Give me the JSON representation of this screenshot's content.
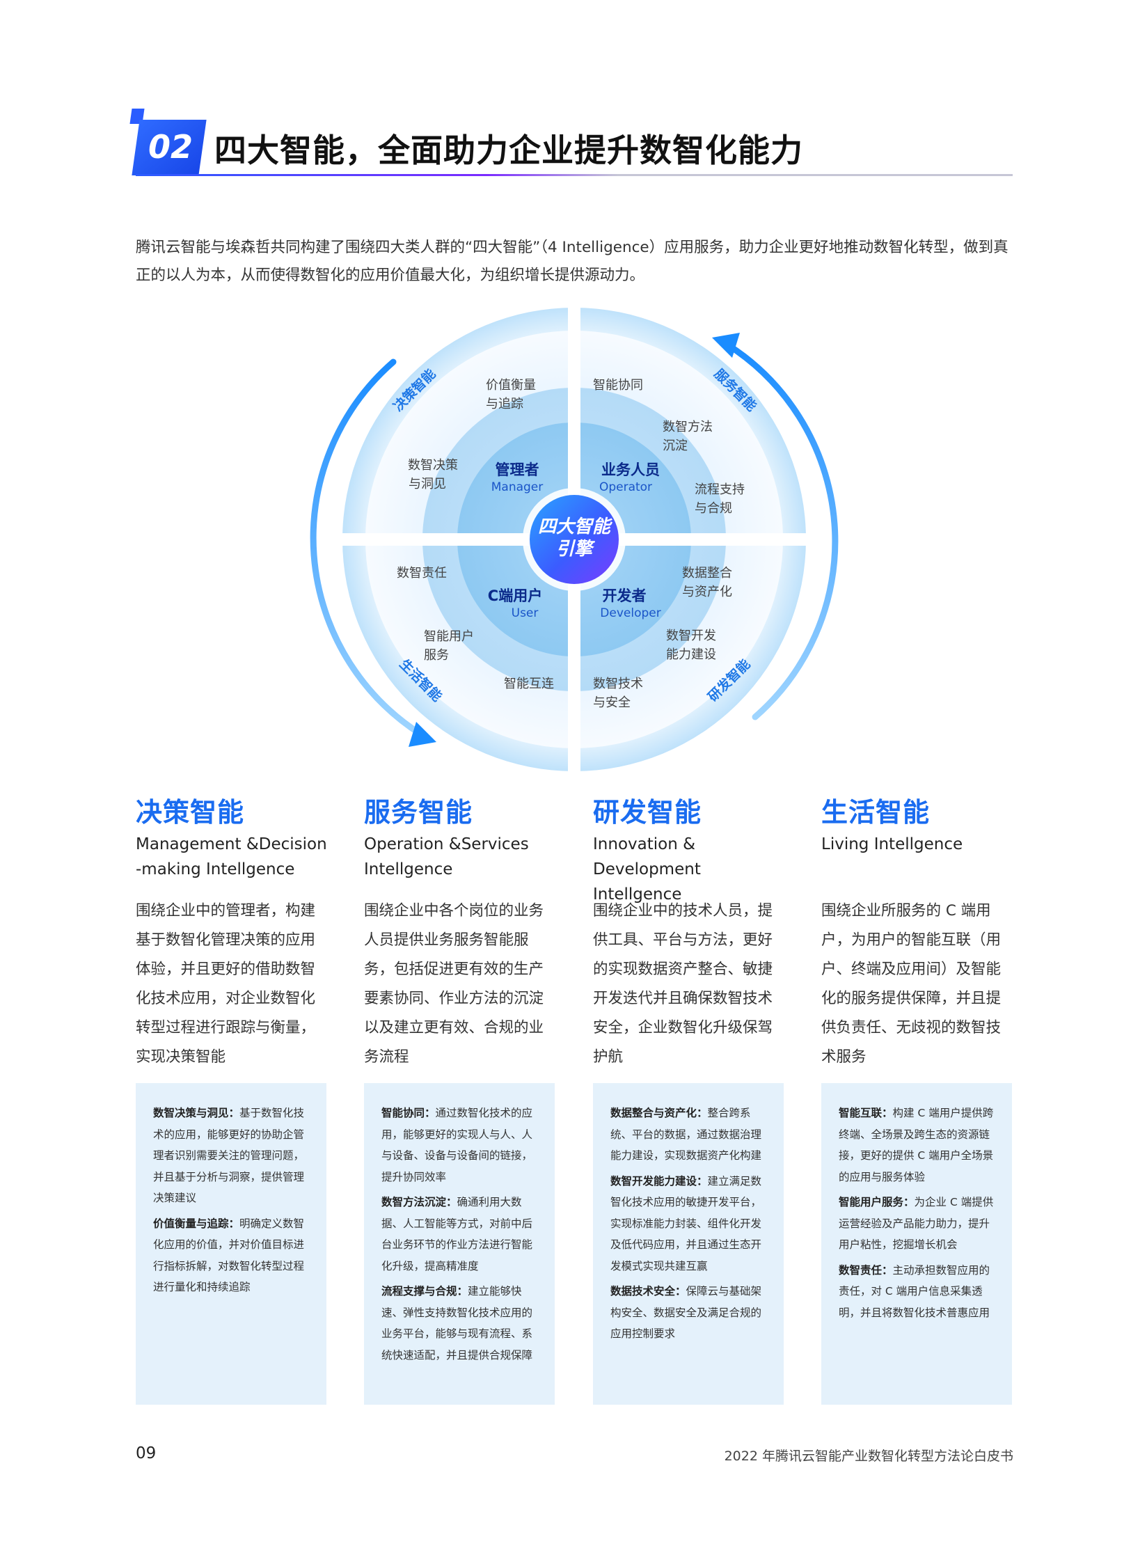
{
  "header": {
    "number": "02",
    "title": "四大智能，全面助力企业提升数智化能力"
  },
  "intro": "腾讯云智能与埃森哲共同构建了围绕四大类人群的“四大智能”（4 Intelligence）应用服务，助力企业更好地推动数智化转型，做到真正的以人为本，从而使得数智化的应用价值最大化，为组织增长提供源动力。",
  "wheel": {
    "center_line1": "四大智能",
    "center_line2": "引擎",
    "roles": {
      "manager_zh": "管理者",
      "manager_en": "Manager",
      "operator_zh": "业务人员",
      "operator_en": "Operator",
      "user_zh": "C端用户",
      "user_en": "User",
      "developer_zh": "开发者",
      "developer_en": "Developer"
    },
    "outer": {
      "tl_1": "价值衡量",
      "tl_2": "与追踪",
      "tl_3": "数智决策",
      "tl_4": "与洞见",
      "tr_1": "智能协同",
      "tr_2": "数智方法",
      "tr_3": "沉淀",
      "tr_4": "流程支持",
      "tr_5": "与合规",
      "bl_1": "数智责任",
      "bl_2": "智能用户",
      "bl_3": "服务",
      "bl_4": "智能互连",
      "br_1": "数据整合",
      "br_2": "与资产化",
      "br_3": "数智开发",
      "br_4": "能力建设",
      "br_5": "数智技术",
      "br_6": "与安全"
    },
    "ring": {
      "decision": "决策智能",
      "service": "服务智能",
      "life": "生活智能",
      "rd": "研发智能"
    }
  },
  "columns": [
    {
      "heading": "决策智能",
      "en_line1": "Management &Decision",
      "en_line2": "-making Intellgence",
      "desc": "围绕企业中的管理者，构建基于数智化管理决策的应用体验，并且更好的借助数智化技术应用，对企业数智化转型过程进行跟踪与衡量，实现决策智能",
      "items": [
        {
          "term": "数智决策与洞见：",
          "text": "基于数智化技术的应用，能够更好的协助企管理者识别需要关注的管理问题，并且基于分析与洞察，提供管理决策建议"
        },
        {
          "term": "价值衡量与追踪：",
          "text": "明确定义数智化应用的价值，并对价值目标进行指标拆解，对数智化转型过程进行量化和持续追踪"
        }
      ]
    },
    {
      "heading": "服务智能",
      "en_line1": "Operation &Services",
      "en_line2": "Intellgence",
      "desc": "围绕企业中各个岗位的业务人员提供业务服务智能服务，包括促进更有效的生产要素协同、作业方法的沉淀以及建立更有效、合规的业务流程",
      "items": [
        {
          "term": "智能协同：",
          "text": "通过数智化技术的应用，能够更好的实现人与人、人与设备、设备与设备间的链接，提升协同效率"
        },
        {
          "term": "数智方法沉淀：",
          "text": "确通利用大数据、人工智能等方式，对前中后台业务环节的作业方法进行智能化升级，提高精准度"
        },
        {
          "term": "流程支撑与合规：",
          "text": "建立能够快速、弹性支持数智化技术应用的业务平台，能够与现有流程、系统快速适配，并且提供合规保障"
        }
      ]
    },
    {
      "heading": "研发智能",
      "en_line1": "Innovation & Development",
      "en_line2": "Intellgence",
      "desc": "围绕企业中的技术人员，提供工具、平台与方法，更好的实现数据资产整合、敏捷开发迭代并且确保数智技术安全，企业数智化升级保驾护航",
      "items": [
        {
          "term": "数据整合与资产化：",
          "text": "整合跨系统、平台的数据，通过数据治理能力建设，实现数据资产化构建"
        },
        {
          "term": "数智开发能力建设：",
          "text": "建立满足数智化技术应用的敏捷开发平台，实现标准能力封装、组件化开发及低代码应用，并且通过生态开发模式实现共建互赢"
        },
        {
          "term": "数据技术安全：",
          "text": "保障云与基础架构安全、数据安全及满足合规的应用控制要求"
        }
      ]
    },
    {
      "heading": "生活智能",
      "en_line1": "Living Intellgence",
      "en_line2": "",
      "desc": "围绕企业所服务的 C 端用户，为用户的智能互联（用户、终端及应用间）及智能化的服务提供保障，并且提供负责任、无歧视的数智技术服务",
      "items": [
        {
          "term": "智能互联：",
          "text": "构建 C 端用户提供跨终端、全场景及跨生态的资源链接，更好的提供 C 端用户全场景的应用与服务体验"
        },
        {
          "term": "智能用户服务：",
          "text": "为企业 C 端提供运营经验及产品能力助力，提升用户粘性，挖掘增长机会"
        },
        {
          "term": "数智责任：",
          "text": "主动承担数智应用的责任，对 C 端用户信息采集透明，并且将数智化技术普惠应用"
        }
      ]
    }
  ],
  "footer": {
    "page": "09",
    "doc_title": "2022 年腾讯云智能产业数智化转型方法论白皮书"
  },
  "colors": {
    "accent_blue": "#1a6cf0",
    "badge_blue": "#2a5cff",
    "card_bg": "#e4f1fb"
  }
}
